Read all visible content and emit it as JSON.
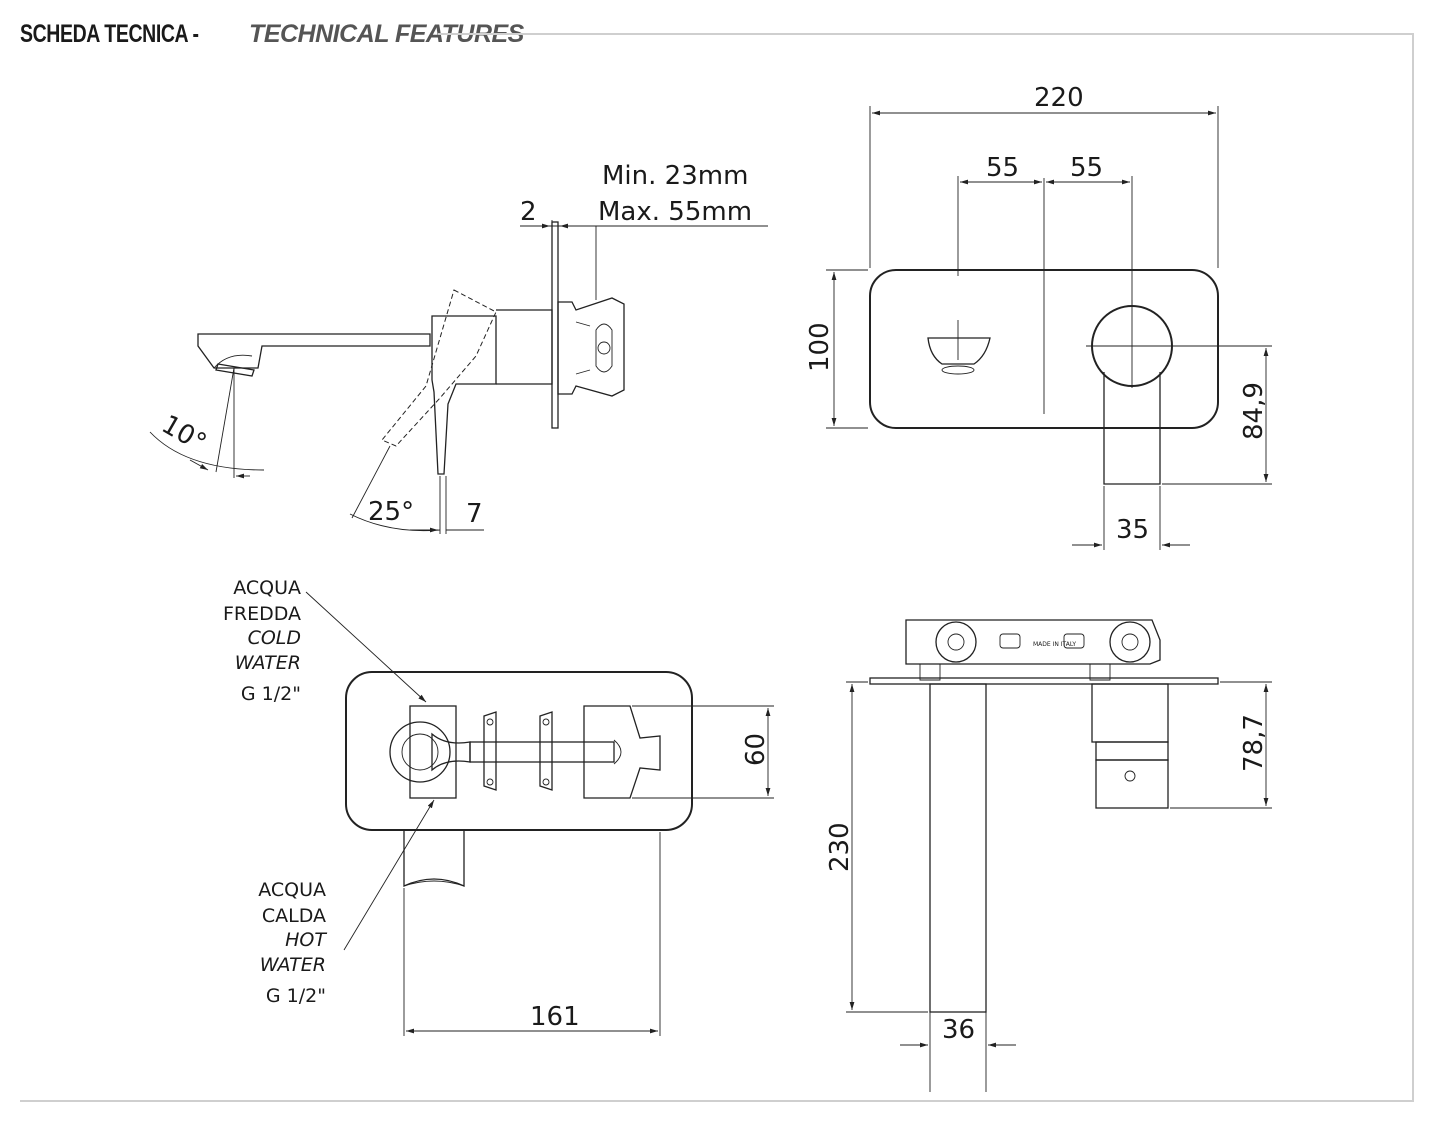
{
  "header": {
    "title_main": "SCHEDA TECNICA - ",
    "title_sub": "TECHNICAL FEATURES"
  },
  "side_view": {
    "depth_min": "Min. 23mm",
    "depth_max": "Max. 55mm",
    "plate_thickness": "2",
    "spout_angle": "10°",
    "lever_angle": "25°",
    "lever_offset": "7"
  },
  "front_view": {
    "width": "220",
    "half_left": "55",
    "half_right": "55",
    "height": "100",
    "lever_height": "84,9",
    "lever_width": "35"
  },
  "top_view": {
    "cold_label_it_1": "ACQUA",
    "cold_label_it_2": "FREDDA",
    "cold_label_en_1": "COLD",
    "cold_label_en_2": "WATER",
    "cold_thread": "G 1/2\"",
    "hot_label_it_1": "ACQUA",
    "hot_label_it_2": "CALDA",
    "hot_label_en_1": "HOT",
    "hot_label_en_2": "WATER",
    "hot_thread": "G 1/2\"",
    "body_depth": "60",
    "spout_length": "161"
  },
  "box_view": {
    "spout_projection": "230",
    "spout_width": "36",
    "lever_depth": "78,7",
    "stamp_text": "MADE IN ITALY"
  }
}
